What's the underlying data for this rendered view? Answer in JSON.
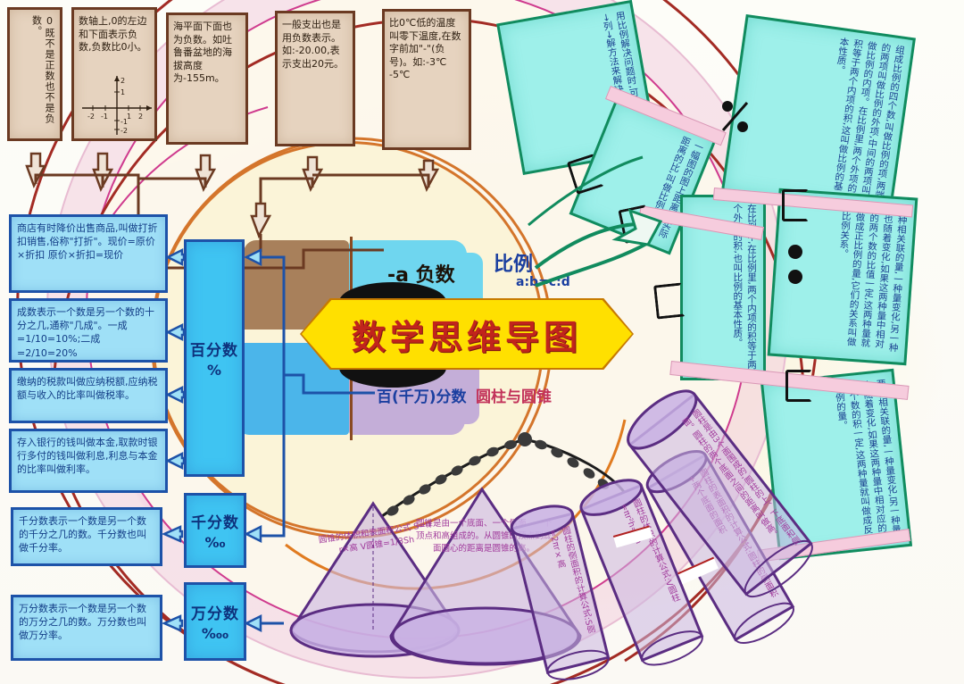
{
  "poster": {
    "title": "数学思维导图",
    "center": {
      "quadrants": [
        {
          "key": "negative",
          "label": "-a 负数",
          "color": "#a8805b",
          "text_color": "#1b1208"
        },
        {
          "key": "ratio",
          "label": "比例",
          "sub": "a:b=c:d",
          "color": "#6fd6ef",
          "text_color": "#1b3fa0"
        },
        {
          "key": "percent",
          "label": "百(千万)分数",
          "color": "#4bb5ea",
          "text_color": "#1b3fa0"
        },
        {
          "key": "cylinder",
          "label": "圆柱与圆锥",
          "color": "#c4aed8",
          "text_color": "#c2325a"
        }
      ]
    },
    "colors": {
      "banner_fill": "#ffe000",
      "banner_text": "#c1241c",
      "ring_outer": "#a32b24",
      "ring_pink": "#f3cdde",
      "ring_mid": "#cf3b8e",
      "ring_core_border": "#d4752b",
      "brown_box_fill": "#e6d3bf",
      "brown_box_border": "#6b3a22",
      "blue_box_fill": "#9fe0f7",
      "blue_node_fill": "#3fc4f2",
      "blue_border": "#1d52a8",
      "green_sector_fill": "#9ef0ea",
      "green_sector_border": "#118b5e",
      "purple_shape": "#cbb6e0",
      "purple_border": "#5b2d82",
      "pink_gap": "#f6ccdd"
    }
  },
  "negative_boxes": [
    {
      "id": "neg-1",
      "text": "0既不是正数也不是负数。",
      "vertical": true
    },
    {
      "id": "neg-2",
      "text": "数轴上,0的左边和下面表示负数,负数比0小。",
      "has_axis": true,
      "axis_ticks": [
        "-2",
        "-1",
        "0",
        "1",
        "2"
      ],
      "axis_vticks": [
        "2",
        "1",
        "-1",
        "-2"
      ]
    },
    {
      "id": "neg-3",
      "text": "海平面下面也为负数。如吐鲁番盆地的海拔高度为-155m。"
    },
    {
      "id": "neg-4",
      "text": "一般支出也是用负数表示。如:-20.00,表示支出20元。"
    },
    {
      "id": "neg-5",
      "text": "比0℃低的温度叫零下温度,在数字前加\"-\"(负号)。如:-3℃ -5℃"
    }
  ],
  "percent_branch": {
    "nodes": [
      {
        "id": "node-baifenshu",
        "label": "百分数",
        "symbol": "%"
      },
      {
        "id": "node-qianfenshu",
        "label": "千分数",
        "symbol": "‰"
      },
      {
        "id": "node-wanfenshu",
        "label": "万分数",
        "symbol": "‱"
      }
    ],
    "detail_boxes": [
      {
        "id": "pct-1",
        "text": "商店有时降价出售商品,叫做打折扣销售,俗称\"打折\"。现价=原价×折扣 原价×折扣=现价"
      },
      {
        "id": "pct-2",
        "text": "成数表示一个数是另一个数的十分之几,通称\"几成\"。一成=1/10=10%;二成=2/10=20%"
      },
      {
        "id": "pct-3",
        "text": "缴纳的税款叫做应纳税额,应纳税额与收入的比率叫做税率。"
      },
      {
        "id": "pct-4",
        "text": "存入银行的钱叫做本金,取款时银行多付的钱叫做利息,利息与本金的比率叫做利率。"
      },
      {
        "id": "pct-5",
        "text": "千分数表示一个数是另一个数的千分之几的数。千分数也叫做千分率。"
      },
      {
        "id": "pct-6",
        "text": "万分数表示一个数是另一个数的万分之几的数。万分数也叫做万分率。"
      }
    ]
  },
  "ratio_sectors": [
    {
      "id": "sec-1",
      "text": "用比例解决问题时,可以用找→判→列→解方法来解决问题。"
    },
    {
      "id": "sec-2",
      "text": "一幅图的图上距离和实际距离的比,叫做比例尺。"
    },
    {
      "id": "sec-3",
      "text": "组成比例的四个数,叫做比例的项,两端的两项叫做比例的外项,中间的两项叫做比例的内项。在比例里,两个外项的积等于两个内项的积,这叫做比例的基本性质。"
    },
    {
      "id": "sec-4",
      "text": "在比例中,在比例里,两个内项的积等于两个外项的积,也叫比例的基本性质。"
    },
    {
      "id": "sec-5",
      "text": "两种相关联的量,一种量变化,另一种量也随着变化,如果这两种量中相对应的两个数的比值一定,这两种量就叫做成正比例的量,它们的关系叫做正比例关系。"
    },
    {
      "id": "sec-6",
      "text": "两种相关联的量,一种量变化,另一种量也随着变化,如果这两种量中相对应的两个数的积一定,这两种量就叫做成反比例的量。"
    }
  ],
  "solid_shapes": [
    {
      "id": "cone-1",
      "type": "cone",
      "text": "圆锥的体积和表面积公式 S=π r×高 V圆锥=1/3Sh"
    },
    {
      "id": "cone-2",
      "type": "cone",
      "text": "圆锥是由一个底面、一个侧面、一个顶点和高组成的。从圆锥的顶点到底面圆心的距离是圆锥的高。"
    },
    {
      "id": "cyl-1",
      "type": "cylinder",
      "text": "圆柱的侧面积的计算公式:S侧=2πr×高"
    },
    {
      "id": "cyl-2",
      "type": "cylinder",
      "text": "圆柱的体积的计算公式:V圆柱=πr²h=Sh"
    },
    {
      "id": "cyl-3",
      "type": "cylinder",
      "text": "圆柱的表面积的计算公式:圆柱的侧面积+两个底面的面积"
    },
    {
      "id": "cyl-4",
      "type": "cylinder",
      "text": "圆柱是由3个面围成的,圆柱的上、下底面和侧面。圆柱的两个底面之间的距离叫做高。"
    }
  ]
}
